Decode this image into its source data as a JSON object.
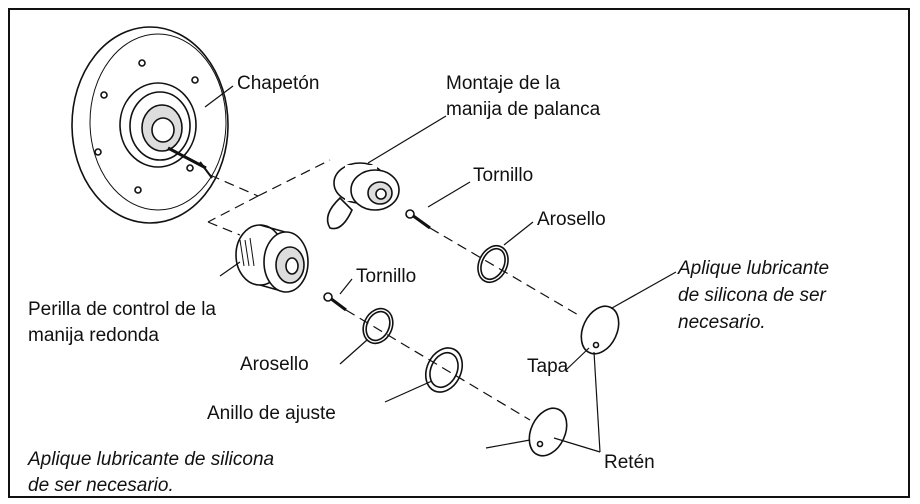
{
  "labels": {
    "escutcheon": "Chapetón",
    "lever_handle_line1": "Montaje de la",
    "lever_handle_line2": "manija de palanca",
    "screw_top": "Tornillo",
    "oring_top": "Arosello",
    "note_right_line1": "Aplique lubricante",
    "note_right_line2": "de silicona de ser",
    "note_right_line3": "necesario.",
    "knob_line1": "Perilla de control de la",
    "knob_line2": "manija redonda",
    "screw_bottom": "Tornillo",
    "oring_bottom": "Arosello",
    "adjust_ring": "Anillo de ajuste",
    "cap": "Tapa",
    "retainer": "Retén",
    "note_bottom_line1": "Aplique lubricante de silicona",
    "note_bottom_line2": "de ser necesario."
  }
}
